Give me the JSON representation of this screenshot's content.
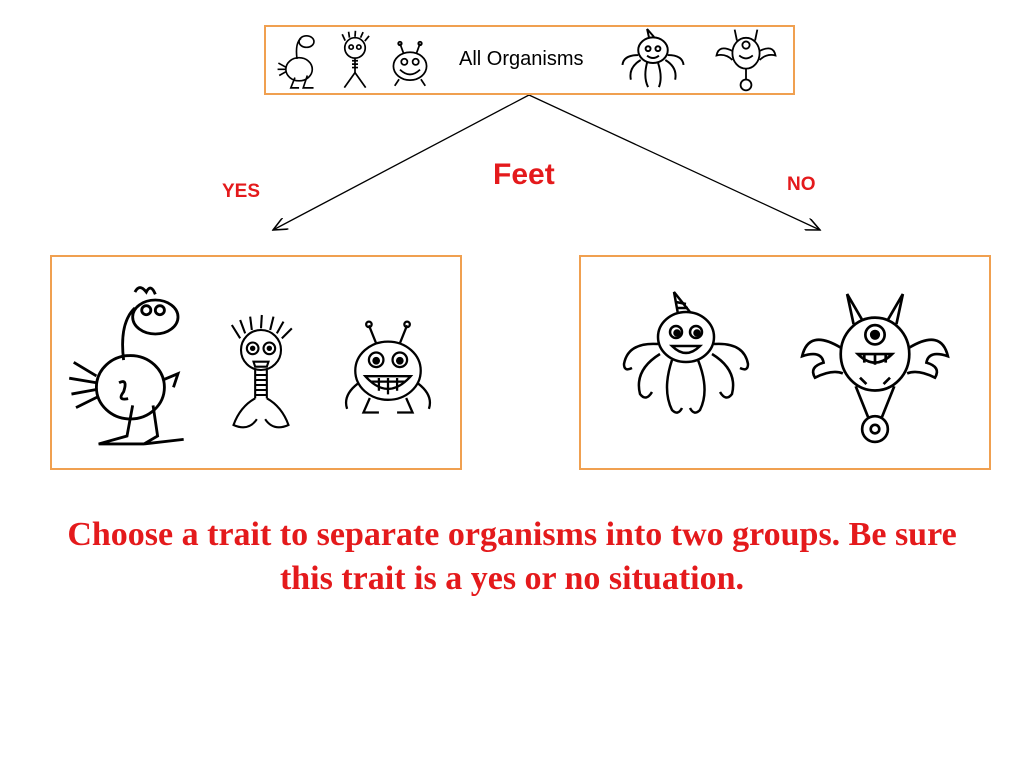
{
  "diagram": {
    "root_label": "All Organisms",
    "trait_label": "Feet",
    "yes_label": "YES",
    "no_label": "NO",
    "instruction": "Choose a trait to separate organisms into two groups. Be sure this trait is a yes or no situation.",
    "colors": {
      "accent": "#e41a1c",
      "box_border": "#f0a050",
      "line": "#000000"
    },
    "yes_group": [
      "duck-creature-icon",
      "spiky-hair-kid-icon",
      "antenna-blob-icon"
    ],
    "no_group": [
      "unicorn-octopus-icon",
      "winged-unicycle-monster-icon"
    ]
  }
}
